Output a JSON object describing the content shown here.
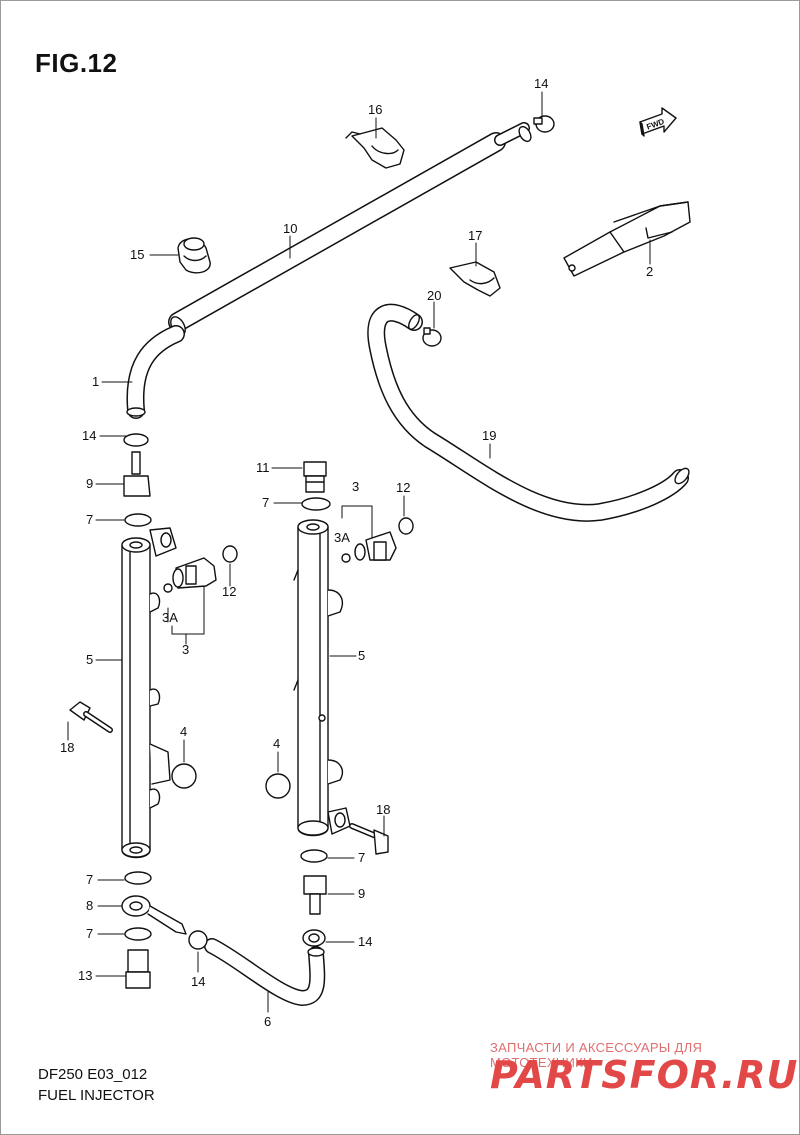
{
  "figure": {
    "title": "FIG.12",
    "model": "DF250 E03_012",
    "name": "FUEL INJECTOR",
    "fwd_label": "FWD"
  },
  "callouts": {
    "c14a": "14",
    "c16": "16",
    "c10": "10",
    "c15": "15",
    "c17": "17",
    "c2": "2",
    "c20": "20",
    "c1": "1",
    "c19": "19",
    "c14b": "14",
    "c11": "11",
    "c3a": "3",
    "c12a": "12",
    "c9a": "9",
    "c7a": "7",
    "c3Aa": "3A",
    "c7b": "7",
    "c3Ab": "3A",
    "c12b": "12",
    "c3b": "3",
    "c5a": "5",
    "c5b": "5",
    "c18a": "18",
    "c4a": "4",
    "c4b": "4",
    "c18b": "18",
    "c7c": "7",
    "c7d": "7",
    "c9b": "9",
    "c8": "8",
    "c7e": "7",
    "c14c": "14",
    "c13": "13",
    "c14d": "14",
    "c6": "6"
  },
  "watermark": {
    "tagline": "ЗАПЧАСТИ И АКСЕССУАРЫ ДЛЯ МОТОТЕХНИКИ",
    "brand": "PARTSFOR.RU"
  }
}
